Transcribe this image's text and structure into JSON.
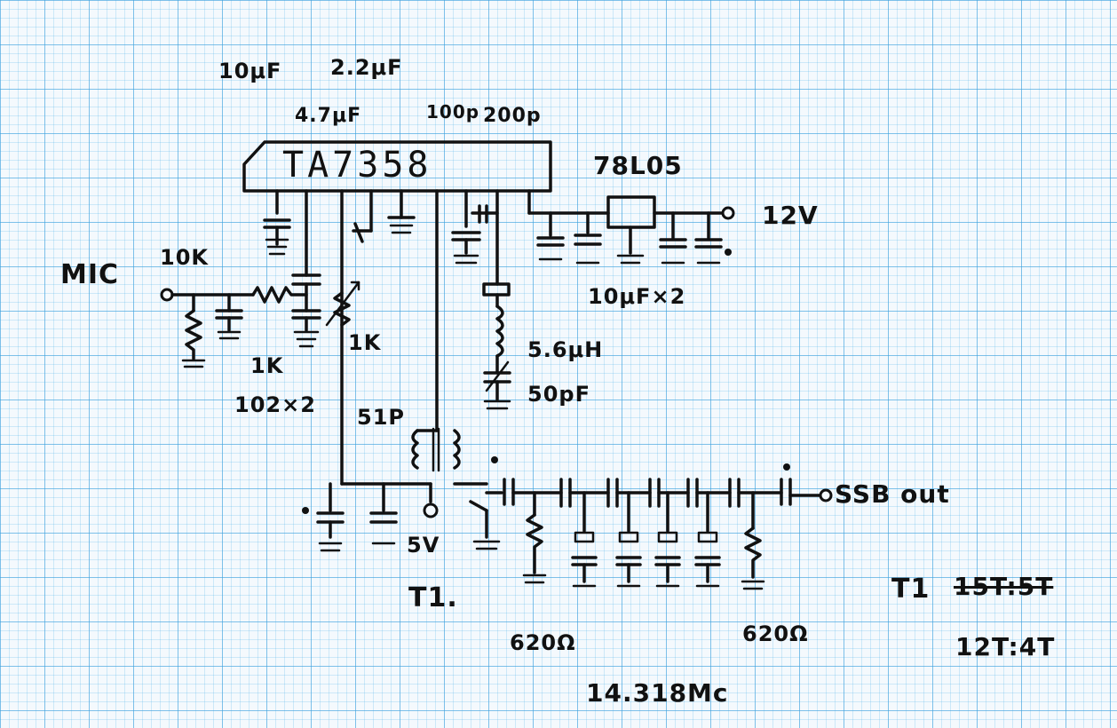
{
  "chip": {
    "label": "TA7358"
  },
  "regulator": {
    "label": "78L05"
  },
  "labels": {
    "cap_10uf": "10μF",
    "cap_2_2uf": "2.2μF",
    "cap_4_7uf": "4.7μF",
    "cap_100p": "100p",
    "cap_200p": "200p",
    "supply_12v": "12V",
    "mic": "MIC",
    "res_10k": "10K",
    "caps_10uf_x2": "10μF×2",
    "inductor": "5.6μH",
    "trim_cap": "50pF",
    "res_1k_a": "1K",
    "res_1k_b": "1K",
    "caps_102_x2": "102×2",
    "cap_51p": "51P",
    "supply_5v": "5V",
    "transformer": "T1.",
    "output": "SSB out",
    "r_620_left": "620Ω",
    "r_620_right": "620Ω",
    "crystal_freq": "14.318Mc",
    "t1_note_title": "T1",
    "t1_old_ratio": "15T:5T",
    "t1_new_ratio": "12T:4T"
  },
  "colors": {
    "grid_major": "#3ca0dc",
    "grid_minor": "#64b9eb",
    "ink": "#111111",
    "paper": "#f4f9fd"
  }
}
